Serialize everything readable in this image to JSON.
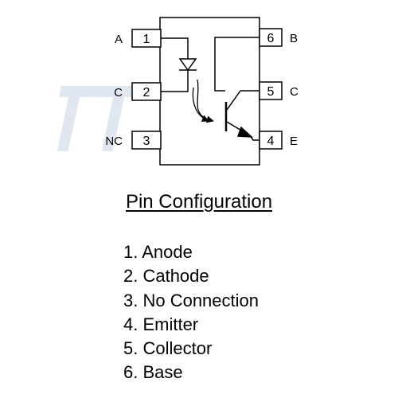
{
  "package": {
    "pins": [
      {
        "number": "1",
        "label": "A"
      },
      {
        "number": "2",
        "label": "C"
      },
      {
        "number": "3",
        "label": "NC"
      },
      {
        "number": "4",
        "label": "E"
      },
      {
        "number": "5",
        "label": "C"
      },
      {
        "number": "6",
        "label": "B"
      }
    ]
  },
  "title": "Pin Configuration",
  "pin_list": [
    "1. Anode",
    "2. Cathode",
    "3. No Connection",
    "4. Emitter",
    "5. Collector",
    "6. Base"
  ],
  "colors": {
    "line": "#000000",
    "text": "#000000",
    "watermark": "#c9d4e6",
    "background": "#ffffff"
  }
}
